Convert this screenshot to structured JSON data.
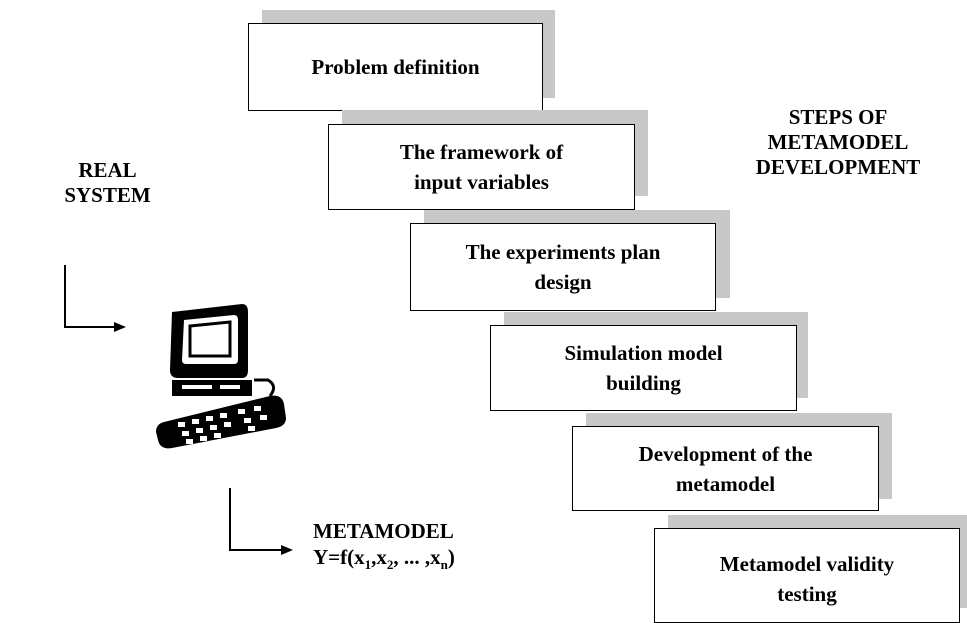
{
  "steps": [
    {
      "label": "Problem definition"
    },
    {
      "label": "The framework of\ninput variables"
    },
    {
      "label": "The experiments plan\ndesign"
    },
    {
      "label": "Simulation model\nbuilding"
    },
    {
      "label": "Development of the\nmetamodel"
    },
    {
      "label": "Metamodel validity\ntesting"
    }
  ],
  "steps_heading": "STEPS OF\nMETAMODEL\nDEVELOPMENT",
  "real_system": "REAL\nSYSTEM",
  "metamodel": {
    "title": "METAMODEL",
    "eq_prefix": "Y=f(x",
    "sub1": "1",
    "sep1": ",x",
    "sub2": "2",
    "sep2": ", ... ,x",
    "subn": "n",
    "eq_suffix": ")"
  },
  "icons": {
    "computer": "computer-icon"
  }
}
